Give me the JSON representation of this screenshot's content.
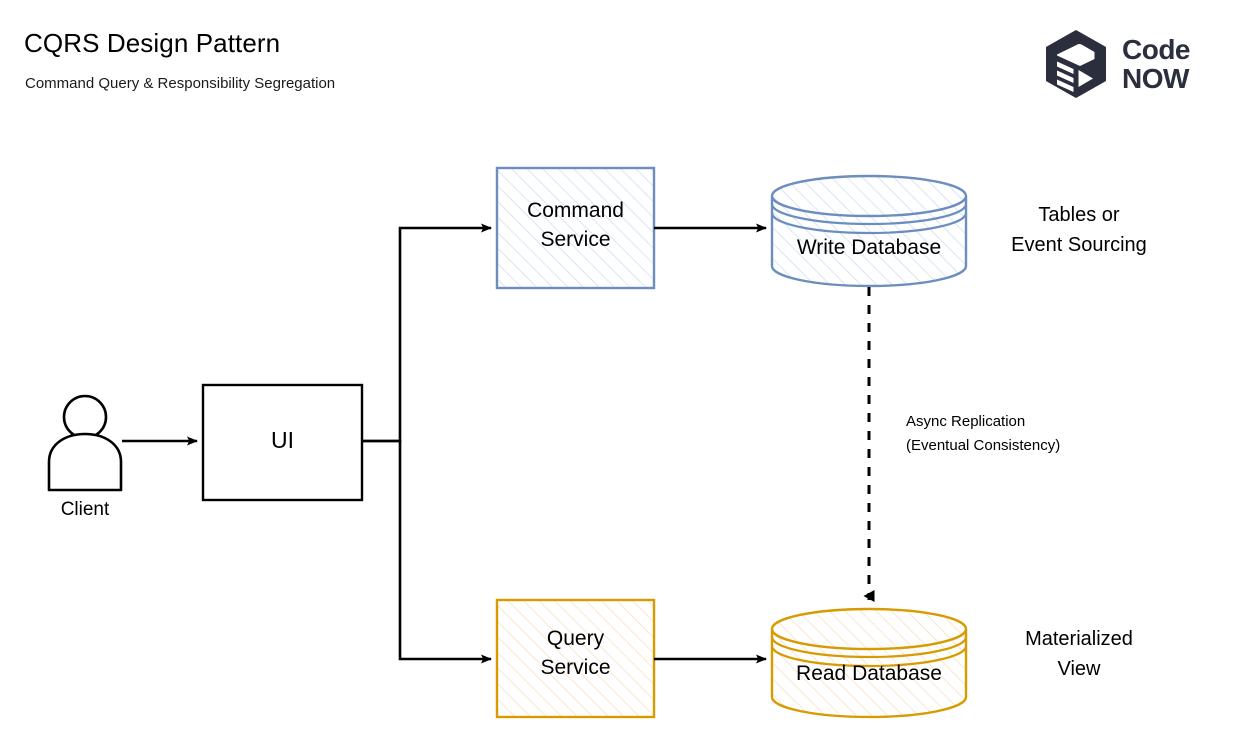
{
  "header": {
    "title": "CQRS Design Pattern",
    "subtitle": "Command Query & Responsibility Segregation",
    "logo": {
      "name": "codenow-logo",
      "line1": "Code",
      "line2": "NOW",
      "color": "#2b2f3d"
    }
  },
  "diagram": {
    "type": "flow-diagram",
    "nodes": [
      {
        "id": "client",
        "label": "Client",
        "shape": "actor",
        "stroke": "#000000",
        "fill": "#ffffff"
      },
      {
        "id": "ui",
        "label": "UI",
        "shape": "rectangle",
        "stroke": "#000000",
        "fill": "#ffffff"
      },
      {
        "id": "command-service",
        "label_line1": "Command",
        "label_line2": "Service",
        "shape": "rectangle-hatched",
        "stroke": "#6c8ebf",
        "hatch": "#cfe0f5"
      },
      {
        "id": "query-service",
        "label_line1": "Query",
        "label_line2": "Service",
        "shape": "rectangle-hatched",
        "stroke": "#d79b00",
        "hatch": "#fadfc0"
      },
      {
        "id": "write-database",
        "label": "Write Database",
        "shape": "cylinder-hatched",
        "stroke": "#6c8ebf",
        "hatch": "#cfe0f5"
      },
      {
        "id": "read-database",
        "label": "Read Database",
        "shape": "cylinder-hatched",
        "stroke": "#d79b00",
        "hatch": "#fadfc0"
      }
    ],
    "annotations": [
      {
        "id": "write-note",
        "line1": "Tables or",
        "line2": "Event Sourcing"
      },
      {
        "id": "read-note",
        "line1": "Materialized",
        "line2": "View"
      },
      {
        "id": "replication-note",
        "line1": "Async Replication",
        "line2": "(Eventual Consistency)"
      }
    ],
    "edges": [
      {
        "id": "client-to-ui",
        "from": "client",
        "to": "ui",
        "style": "solid"
      },
      {
        "id": "ui-to-command",
        "from": "ui",
        "to": "command-service",
        "style": "solid"
      },
      {
        "id": "ui-to-query",
        "from": "ui",
        "to": "query-service",
        "style": "solid"
      },
      {
        "id": "command-to-write-db",
        "from": "command-service",
        "to": "write-database",
        "style": "solid"
      },
      {
        "id": "query-to-read-db",
        "from": "query-service",
        "to": "read-database",
        "style": "solid"
      },
      {
        "id": "write-db-to-read-db",
        "from": "write-database",
        "to": "read-database",
        "style": "dashed",
        "label": "Async Replication (Eventual Consistency)"
      }
    ]
  }
}
